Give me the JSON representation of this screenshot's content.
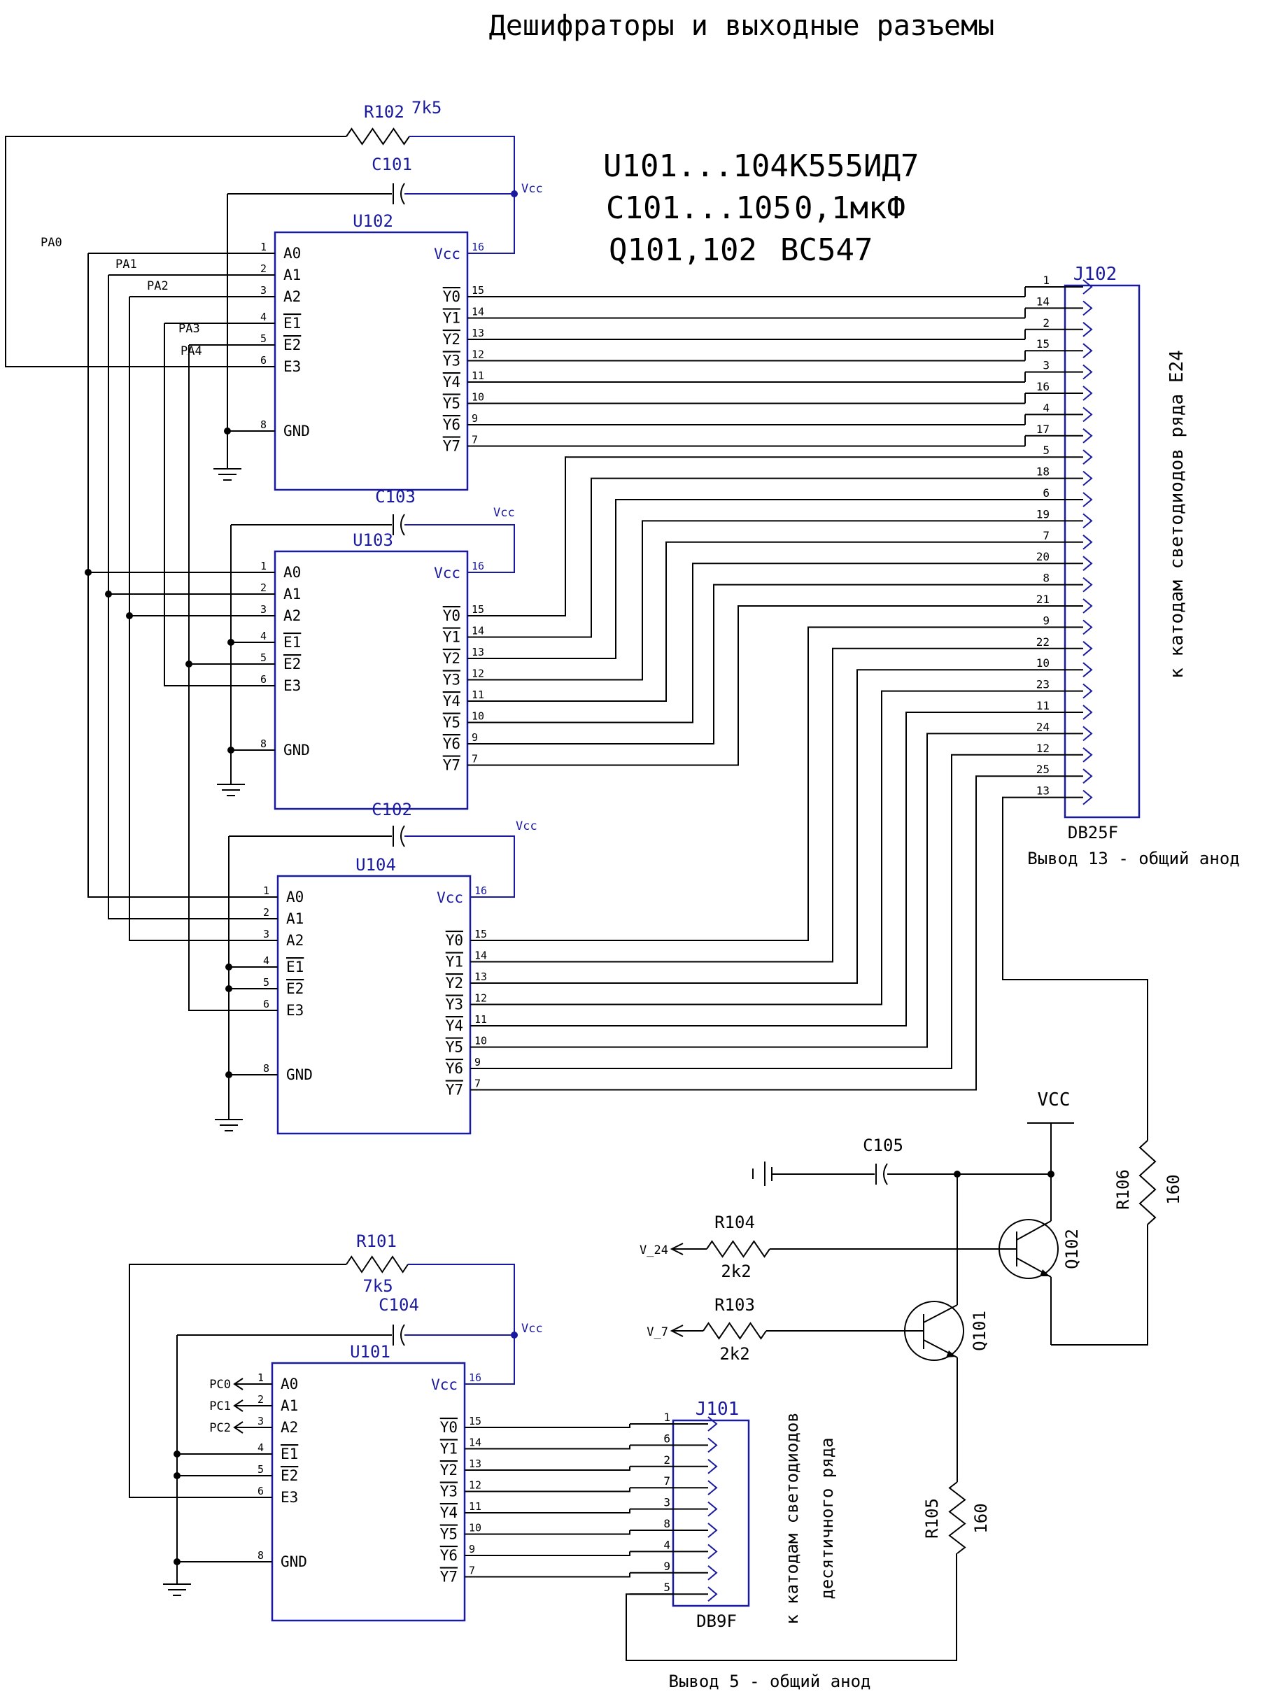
{
  "title": "Дешифраторы и выходные разъемы",
  "parts_table": [
    {
      "ref": "U101...104",
      "value": "K555ИД7"
    },
    {
      "ref": "C101...105",
      "value": "0,1мкФ"
    },
    {
      "ref": "Q101,102",
      "value": "BC547"
    }
  ],
  "vcc": "Vcc",
  "vcc_big": "VCC",
  "chip": {
    "in_labels": [
      "A0",
      "A1",
      "A2",
      "E1",
      "E2",
      "E3",
      "GND"
    ],
    "in_pins": [
      "1",
      "2",
      "3",
      "4",
      "5",
      "6",
      "8"
    ],
    "vcc_label": "Vcc",
    "vcc_pin": "16",
    "out_labels": [
      "Y0",
      "Y1",
      "Y2",
      "Y3",
      "Y4",
      "Y5",
      "Y6",
      "Y7"
    ],
    "out_pins": [
      "15",
      "14",
      "13",
      "12",
      "11",
      "10",
      "9",
      "7"
    ]
  },
  "chips": {
    "u102": "U102",
    "u103": "U103",
    "u104": "U104",
    "u101": "U101"
  },
  "caps": {
    "c101": "C101",
    "c103": "C103",
    "c102": "C102",
    "c104": "C104",
    "c105": "C105"
  },
  "resistors": {
    "r102": "R102",
    "r102_val": "7k5",
    "r101": "R101",
    "r101_val": "7k5",
    "r104": "R104",
    "r104_val": "2k2",
    "r103": "R103",
    "r103_val": "2k2",
    "r106": "R106",
    "r106_val": "160",
    "r105": "R105",
    "r105_val": "160"
  },
  "transistors": {
    "q101": "Q101",
    "q102": "Q102"
  },
  "nets": {
    "pa0": "PA0",
    "pa1": "PA1",
    "pa2": "PA2",
    "pa3": "PA3",
    "pa4": "PA4",
    "pc0": "PC0",
    "pc1": "PC1",
    "pc2": "PC2",
    "v24": "V_24",
    "v7": "V_7"
  },
  "j102": {
    "ref": "J102",
    "type": "DB25F",
    "pins": [
      "1",
      "14",
      "2",
      "15",
      "3",
      "16",
      "4",
      "17",
      "5",
      "18",
      "6",
      "19",
      "7",
      "20",
      "8",
      "21",
      "9",
      "22",
      "10",
      "23",
      "11",
      "24",
      "12",
      "25",
      "13"
    ],
    "side_note": "к катодам светодиодов ряда E24",
    "bottom_note": "Вывод 13 - общий анод"
  },
  "j101": {
    "ref": "J101",
    "type": "DB9F",
    "pins": [
      "1",
      "6",
      "2",
      "7",
      "3",
      "8",
      "4",
      "9",
      "5"
    ],
    "side_note1": "к катодам светодиодов",
    "side_note2": "десятичного ряда",
    "bottom_note": "Вывод 5 - общий анод"
  }
}
